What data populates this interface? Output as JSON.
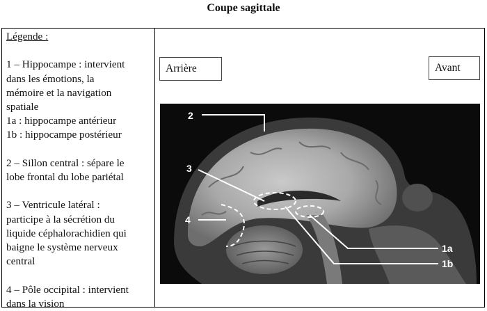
{
  "title": "Coupe sagittale",
  "legend": {
    "heading": "Légende :",
    "hippocampus": {
      "l1": "1 – Hippocampe : intervient",
      "l2": "dans les émotions, la",
      "l3": "mémoire et la navigation",
      "l4": "spatiale",
      "l5": "1a : hippocampe antérieur",
      "l6": "1b : hippocampe postérieur"
    },
    "sulcus": {
      "l1": "2 – Sillon central : sépare le",
      "l2": "lobe frontal du lobe pariétal"
    },
    "ventricle": {
      "l1": "3 – Ventricule latéral :",
      "l2": "participe à la sécrétion du",
      "l3": "liquide céphalorachidien qui",
      "l4": "baigne le système nerveux",
      "l5": "central"
    },
    "occipital": {
      "l1": "4 – Pôle occipital : intervient",
      "l2": "dans la vision"
    }
  },
  "orientation": {
    "back": "Arrière",
    "front": "Avant"
  },
  "image_labels": {
    "n2": "2",
    "n3": "3",
    "n4": "4",
    "n1a": "1a",
    "n1b": "1b"
  }
}
